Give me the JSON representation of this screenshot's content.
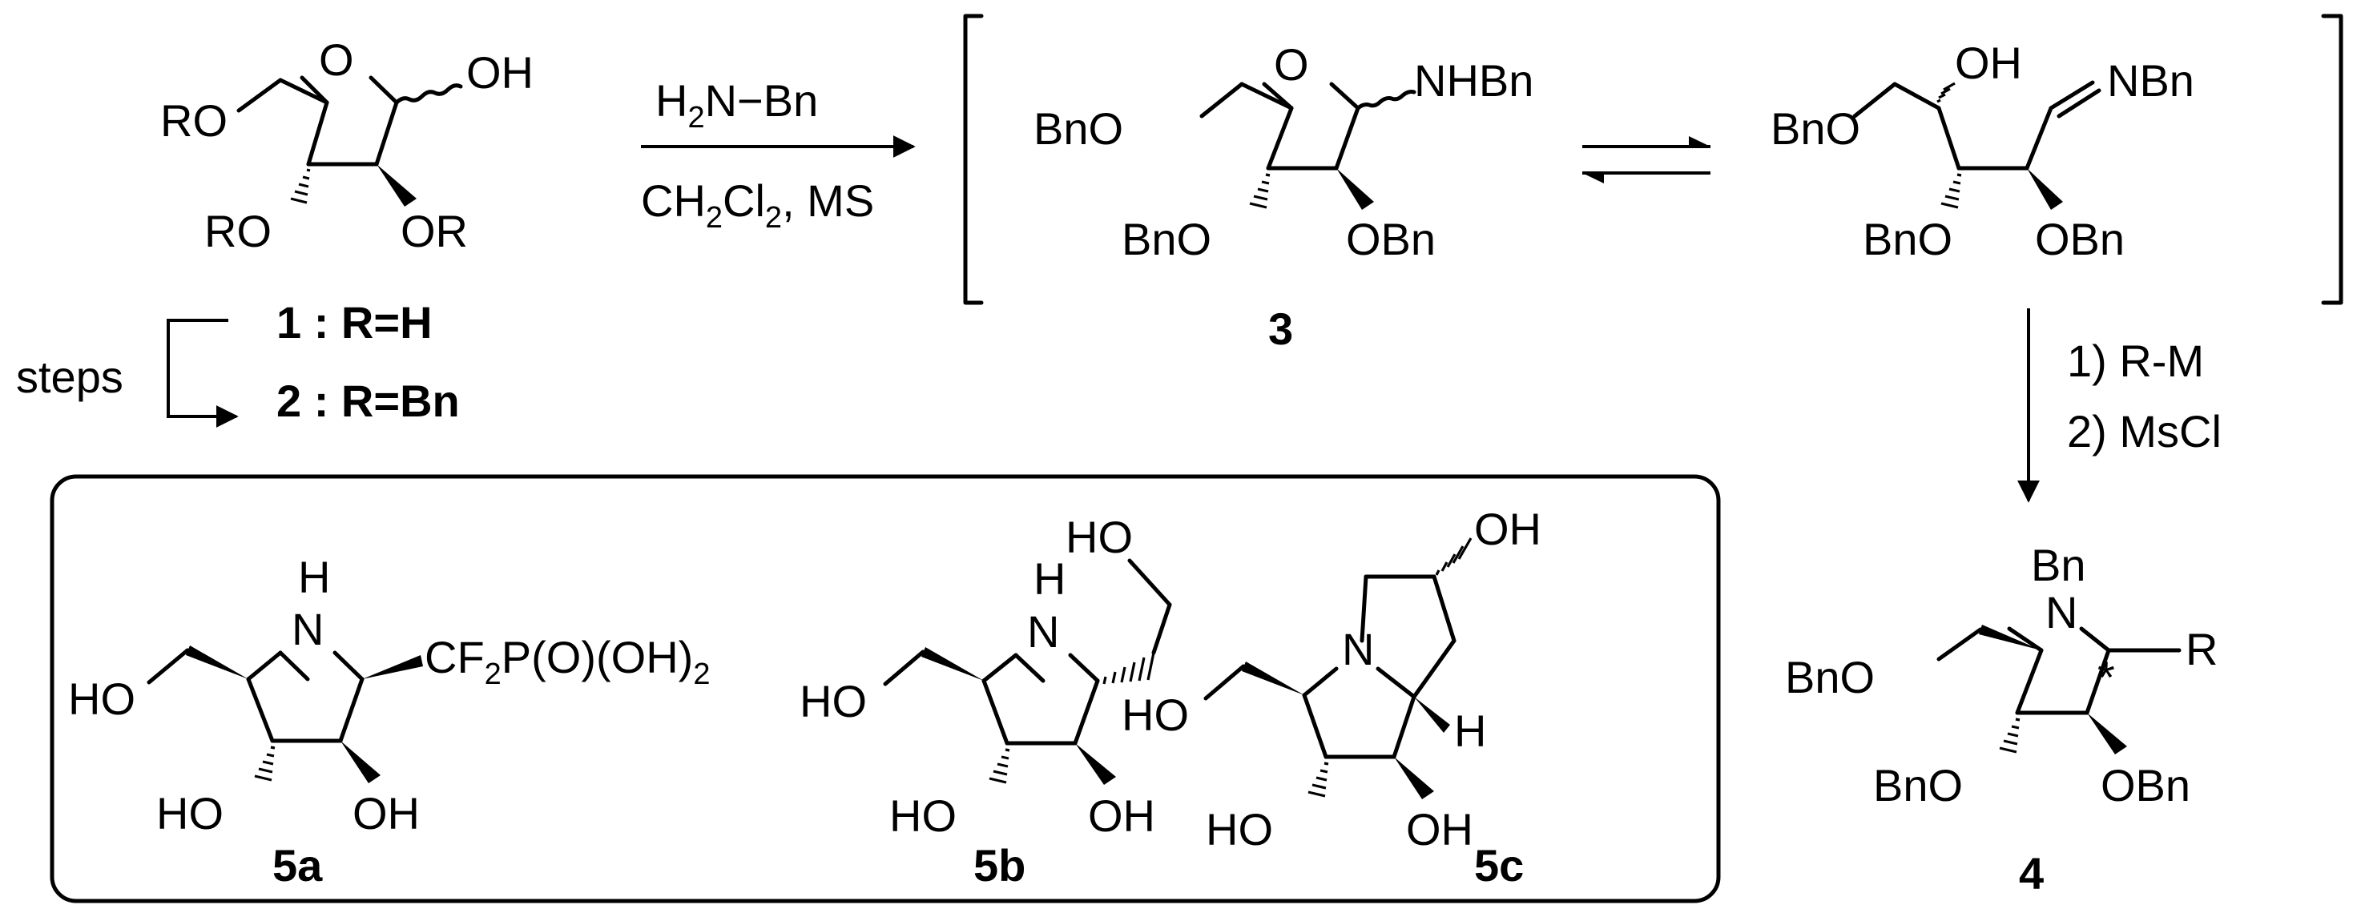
{
  "compounds": {
    "c1": {
      "number": "1",
      "sep": " : ",
      "r_label": "R=H"
    },
    "c2": {
      "number": "2",
      "sep": " : ",
      "r_label": "R=Bn"
    },
    "c3": {
      "number": "3"
    },
    "c4": {
      "number": "4"
    },
    "c5a": {
      "number": "5a"
    },
    "c5b": {
      "number": "5b"
    },
    "c5c": {
      "number": "5c"
    }
  },
  "atoms": {
    "O": "O",
    "OH": "OH",
    "RO": "RO",
    "OR": "OR",
    "H": "H",
    "N": "N",
    "NHBn": "NHBn",
    "BnO": "BnO",
    "OBn": "OBn",
    "NBn": "NBn",
    "Bn": "Bn",
    "R": "R",
    "HO": "HO",
    "HN_H": "H",
    "CF2_CF": "CF",
    "CF2_sub": "2",
    "CF2_tail": "P(O)(OH)",
    "CF2_sub2": "2",
    "star": "*"
  },
  "reagents": {
    "step1_top_H": "H",
    "step1_top_sub": "2",
    "step1_top_rest": "N−Bn",
    "step1_bottom_CH": "CH",
    "step1_bottom_sub1": "2",
    "step1_bottom_Cl": "Cl",
    "step1_bottom_sub2": "2",
    "step1_bottom_rest": ", MS",
    "steps": "steps",
    "step2_line1": "1) R-M",
    "step2_line2": "2) MsCl"
  }
}
